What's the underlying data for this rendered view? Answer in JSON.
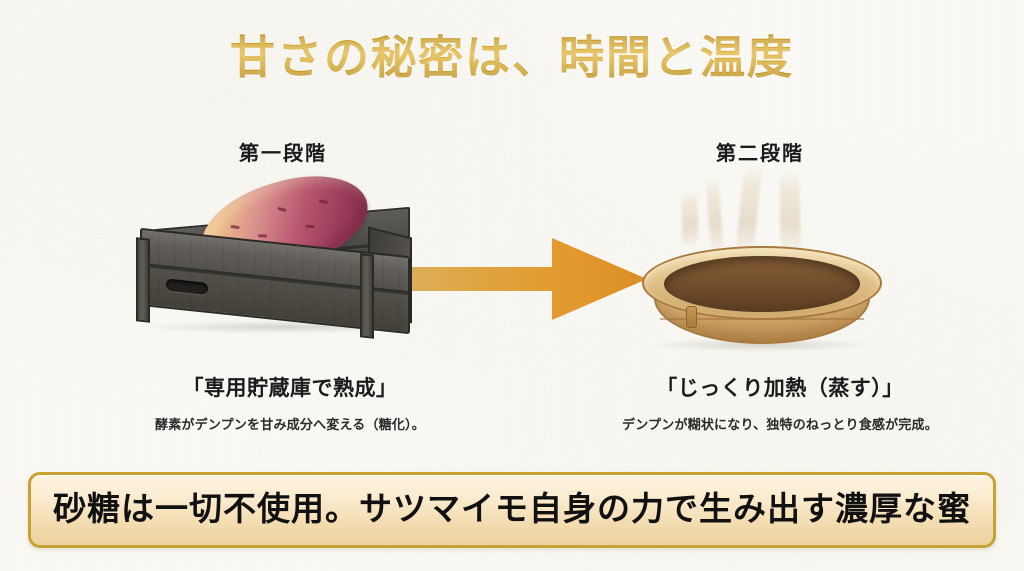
{
  "page": {
    "title": "甘さの秘密は、時間と温度",
    "background_color": "#faf9f5",
    "title_gold": "#c99a1c",
    "banner_border_gold": "#c8a233",
    "arrow_color": "#e09a2e"
  },
  "stages": [
    {
      "label": "第一段階",
      "caption": "「専用貯蔵庫で熟成」",
      "subcaption": "酵素がデンプンを甘み成分へ変える（糖化）。",
      "illustration": "wooden-crate-with-raw-sweet-potato"
    },
    {
      "label": "第二段階",
      "caption": "「じっくり加熱（蒸す）」",
      "subcaption": "デンプンが糊状になり、独特のねっとり食感が完成。",
      "illustration": "bamboo-steamer-with-steamed-sweet-potato-slices"
    }
  ],
  "arrow": {
    "name": "right-arrow-icon",
    "direction": "right"
  },
  "banner": {
    "text": "砂糖は一切不使用。サツマイモ自身の力で生み出す濃厚な蜜"
  }
}
